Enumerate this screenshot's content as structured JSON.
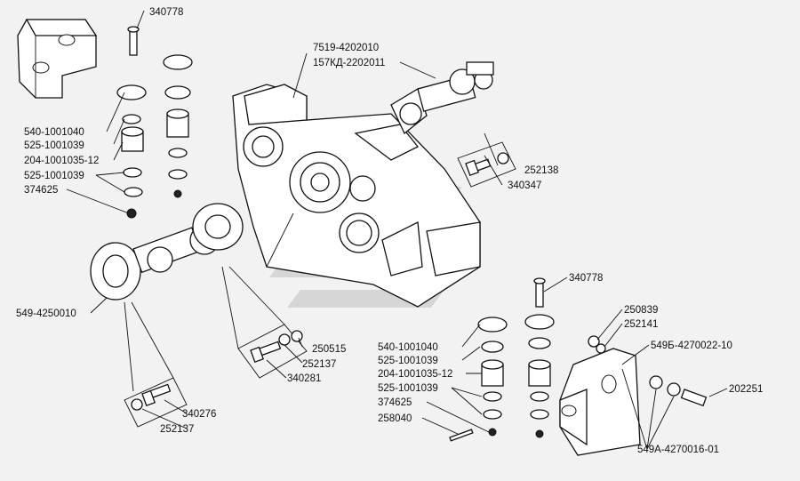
{
  "labels": {
    "top_bolt_left": "340778",
    "top_part_1": "7519-4202010",
    "top_part_2": "157КД-2202011",
    "left_540": "540-1001040",
    "left_525a": "525-1001039",
    "left_204": "204-1001035-12",
    "left_525b": "525-1001039",
    "left_374": "374625",
    "right_top_252138": "252138",
    "right_top_340347": "340347",
    "shaft_549": "549-4250010",
    "shaft_250515": "250515",
    "shaft_252137": "252137",
    "shaft_340281": "340281",
    "bottom_340276": "340276",
    "bottom_252137": "252137",
    "right_bolt_340778": "340778",
    "right_250839": "250839",
    "right_252141": "252141",
    "right_549b": "549Б-4270022-10",
    "right_540": "540-1001040",
    "right_525a": "525-1001039",
    "right_204": "204-1001035-12",
    "right_525b": "525-1001039",
    "right_374": "374625",
    "right_258040": "258040",
    "right_202251": "202251",
    "right_549a": "549А-4270016-01"
  }
}
